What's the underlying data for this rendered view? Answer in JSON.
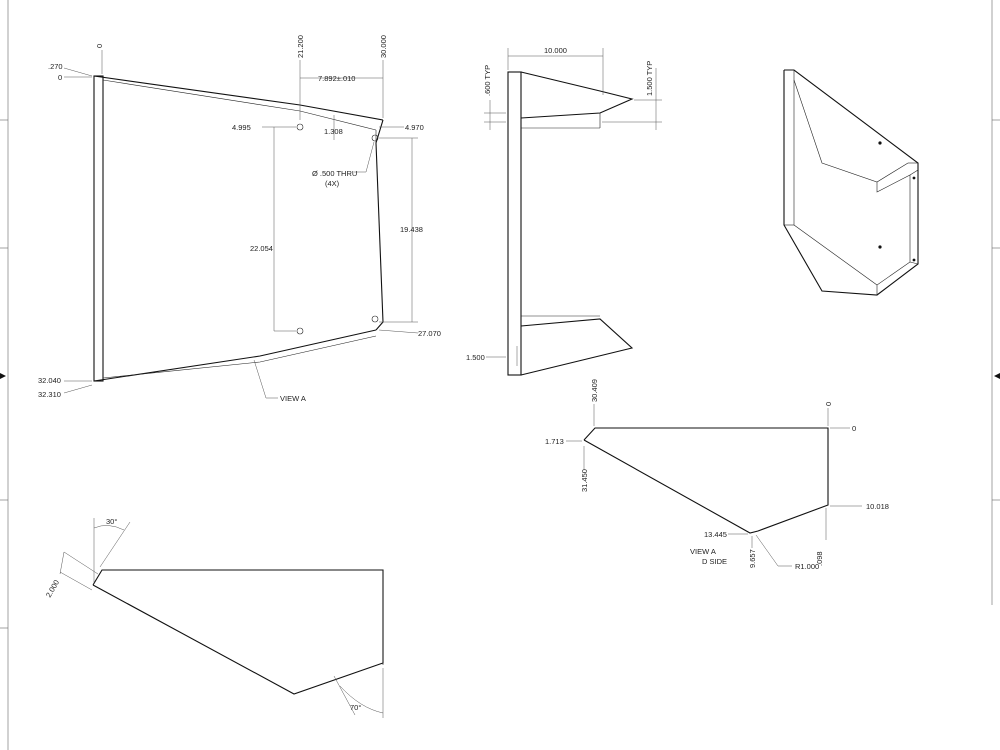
{
  "front_view": {
    "x_dims": [
      "0",
      "21.200",
      "30.000"
    ],
    "y_dims_left": [
      ".270",
      "0",
      "32.040",
      "32.310"
    ],
    "hole_left_y": "4.995",
    "hole_right_y": "4.970",
    "hole_offset": "1.308",
    "hole_spacing_x": "7.892±.010",
    "hole_note_1": "Ø .500 THRU",
    "hole_note_2": "(4X)",
    "vert_left": "22.054",
    "vert_right": "19.438",
    "bottom_right_y": "27.070",
    "view_label": "VIEW A"
  },
  "side_view": {
    "width_dim": "10.000",
    "flange_typ": ".600 TYP",
    "lip_typ": "1.500 TYP",
    "bottom_dim": "1.500"
  },
  "profile_view": {
    "top_left_x": "30.409",
    "top_right_x": "0",
    "right_top_y": "0",
    "left_y": "1.713",
    "left_x": "31.450",
    "right_mid_y": "10.018",
    "bottom_y": "13.445",
    "bottom_x": "9.657",
    "small_x": ".098",
    "radius": "R1.000",
    "view_line1": "VIEW A",
    "view_line2": "D SIDE"
  },
  "detail_view": {
    "angle_top": "30°",
    "edge_dim": "2.000",
    "angle_bottom": "70°"
  }
}
